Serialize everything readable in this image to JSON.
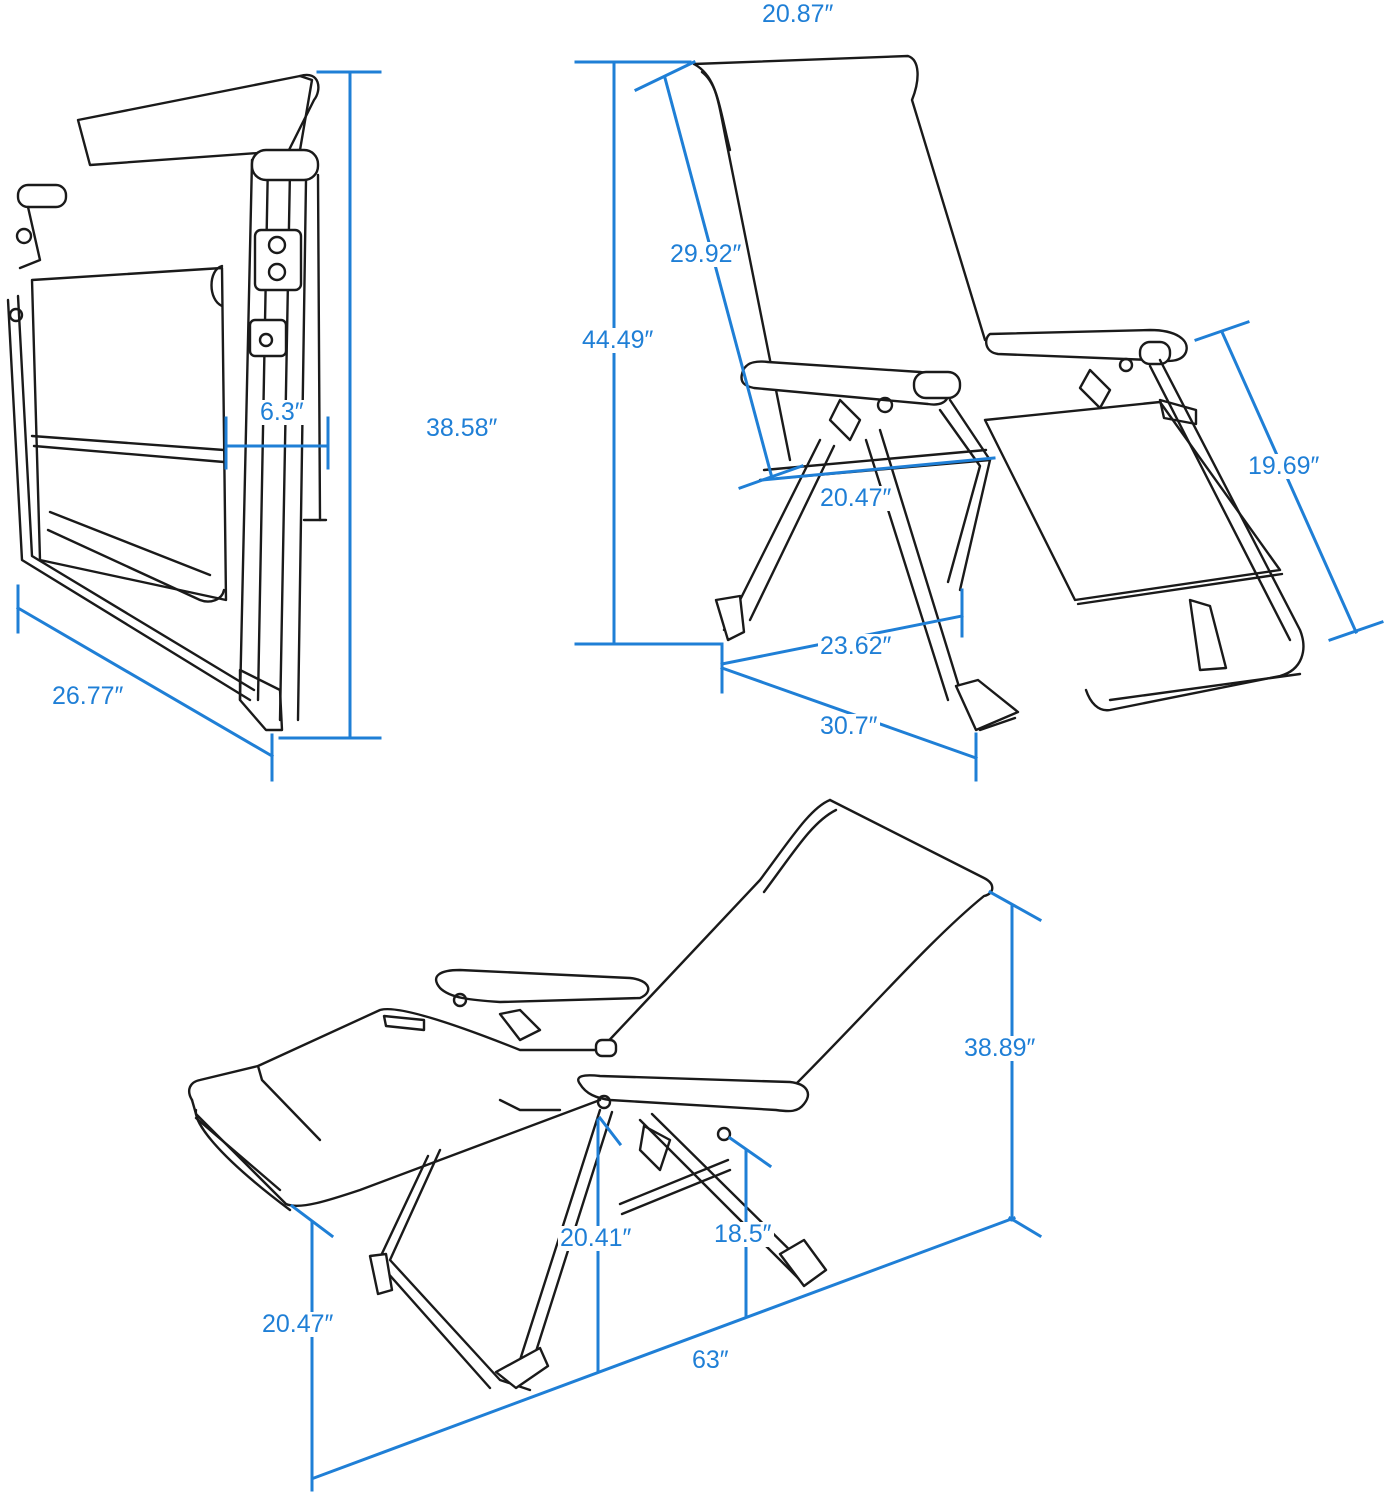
{
  "dimensions": {
    "folded": {
      "height": "38.58″",
      "width": "26.77″",
      "thickness": "6.3″"
    },
    "upright": {
      "top_width": "20.87″",
      "height": "44.49″",
      "backrest": "29.92″",
      "seat_width": "20.47″",
      "seat_depth": "19.69″",
      "base_width": "23.62″",
      "base_depth": "30.7″"
    },
    "reclined": {
      "height": "38.89″",
      "armrest_height": "20.41″",
      "seat_height": "18.5″",
      "footrest_height": "20.47″",
      "length": "63″"
    }
  },
  "colors": {
    "dimension": "#1f7fd6",
    "outline": "#1a1a1a",
    "background": "#ffffff"
  }
}
